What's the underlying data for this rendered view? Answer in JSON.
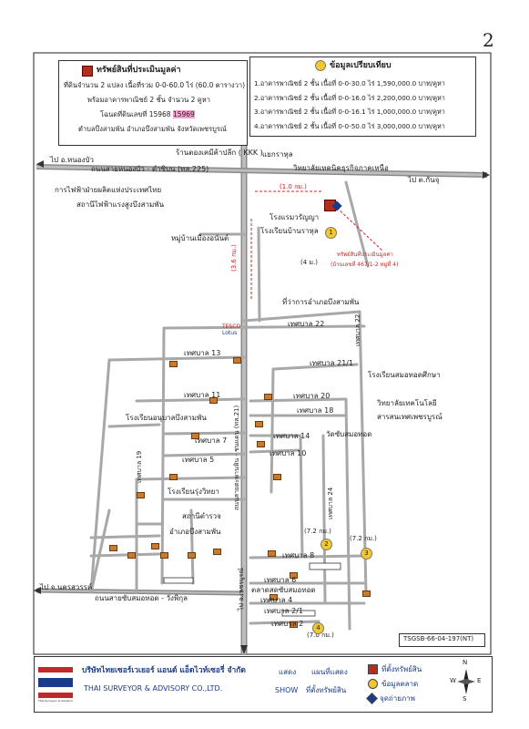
{
  "page_number": "2",
  "subject": {
    "title": "ทรัพย์สินที่ประเมินมูลค่า",
    "line1": "ที่ดินจำนวน 2 แปลง เนื้อที่รวม 0-0-60.0 ไร่ (60.0 ตารางวา)",
    "line2": "พร้อมอาคารพาณิชย์ 2 ชั้น จำนวน 2 คูหา",
    "line3_prefix": "โฉนดที่ดินเลขที่ 15968",
    "line3_highlight": "15969",
    "line4": "ตำบลบึงสามพัน อำเภอบึงสามพัน จังหวัดเพชรบูรณ์"
  },
  "comparables": {
    "title": "ข้อมูลเปรียบเทียบ",
    "items": [
      "1.อาคารพาณิชย์ 2 ชั้น เนื้อที่ 0-0-30.0 ไร่  1,590,000.0 บาท/คูหา",
      "2.อาคารพาณิชย์ 2 ชั้น เนื้อที่ 0-0-16.0 ไร่  2,200,000.0 บาท/คูหา",
      "3.อาคารพาณิชย์ 2 ชั้น เนื้อที่ 0-0-16.1 ไร่  1,000,000.0 บาท/คูหา",
      "4.อาคารพาณิชย์ 2 ชั้น เนื้อที่ 0-0-50.0 ไร่  3,000,000.0 บาท/คูหา"
    ]
  },
  "map_labels": {
    "kkk": "ร้านตองเคมีค้าปลีก ( KKK )",
    "road_nongbua": "ถนนสายหนองบัว - ตำซิบน (ทล.225)",
    "to_nongbua": "ไป อ.หนองบัว",
    "to_chon": "ไป ต.กันจุ",
    "intersection": "แยกราหุล",
    "tech_college": "วิทยาลัยเทคนิคธุรกิจภาคเหนือ",
    "dist_1km": "(1.0 กม.)",
    "pea1": "การไฟฟ้าฝ่ายผลิตแห่งประเทศไทย",
    "pea2": "สถานีไฟฟ้าแรงสูงบึงสามพัน",
    "hotel": "โรงแรมวรัญญา",
    "school_rahul": "โรงเรียนบ้านราหุล",
    "village": "หมู่บ้านเมืองอนันต์",
    "dist_3_6": "(3.6 กม.)",
    "dist_4m": "(4 ม.)",
    "subject_note1": "ทรัพย์สินที่ประเมินมูลค่า",
    "subject_note2": "(บ้านเลขที่ 467/1-2 หมู่ที่ 4)",
    "district_office": "ที่ว่าการอำเภอบึงสามพัน",
    "tesco1": "TESCO",
    "tesco2": "Lotus",
    "soi22": "เทศบาล 22",
    "soi13": "เทศบาล 13",
    "soi21_1": "เทศบาล 21/1",
    "soi22_v": "เทศบาล 22",
    "school_somthod": "โรงเรียนสมอทอดศึกษา",
    "soi11": "เทศบาล 11",
    "soi20": "เทศบาล 20",
    "soi18": "เทศบาล 18",
    "tech2": "วิทยาลัยเทคโนโลยี",
    "tech2b": "สารสนเทศเพชรบูรณ์",
    "school_anuban": "โรงเรียนอนุบาลบึงสามพัน",
    "soi7": "เทศบาล 7",
    "wat": "วัดซับสมอทอด",
    "soi14": "เทศบาล 14",
    "soi10": "เทศบาล 10",
    "soi5": "เทศบาล 5",
    "soi19": "เทศบาล 19",
    "school_rungwit": "โรงเรียนรุ่งวิทยา",
    "police1": "สถานีตำรวจ",
    "police2": "อำเภอบึงสามพัน",
    "main_road": "ถนนสายตะพานหิน - ชนแดน (ทล.21)",
    "dist_72a": "(7.2 กม.)",
    "dist_72b": "(7.2 กม.)",
    "soi24": "เทศบาล 24",
    "soi8": "เทศบาล 8",
    "soi6": "เทศบาล 6",
    "market": "ตลาดสดซับสมอทอด",
    "soi4": "เทศบาล 4",
    "soi2_1": "เทศบาล 2/1",
    "soi2": "เทศบาล 2",
    "dist_70": "(7.0 กม.)",
    "road_south": "ถนนสายซับสมอทอด - วังพิกุล",
    "to_nakhonsawan": "ไป จ.นครสวรรค์",
    "to_petchabun": "ไป อ.เพชรบูรณ์",
    "map_code": "TSGSB-66-04-197(NT)"
  },
  "footer": {
    "company_th": "บริษัทไทยเซอร์เวเยอร์ แอนด์ แอ็ดไวท์เซอรี่ จำกัด",
    "company_en": "THAI SURVEYOR & ADVISORY CO.,LTD.",
    "logo_caption": "Thai Surveyor & Advisory Co.,Ltd.",
    "show_th": "แสดง",
    "show_en": "SHOW",
    "map_title_th": "แผนที่แสดง",
    "map_title_th2": "ที่ตั้งทรัพย์สิน",
    "legend": [
      {
        "label": "ที่ตั้งทรัพย์สิน",
        "color": "#b03020"
      },
      {
        "label": "ข้อมูลตลาด",
        "color": "#f0c830"
      },
      {
        "label": "จุดถ่ายภาพ",
        "color": "#1a3b8a"
      }
    ],
    "compass": {
      "n": "N",
      "s": "S",
      "e": "E",
      "w": "W"
    }
  },
  "comparable_markers": [
    "1",
    "2",
    "3",
    "4"
  ]
}
